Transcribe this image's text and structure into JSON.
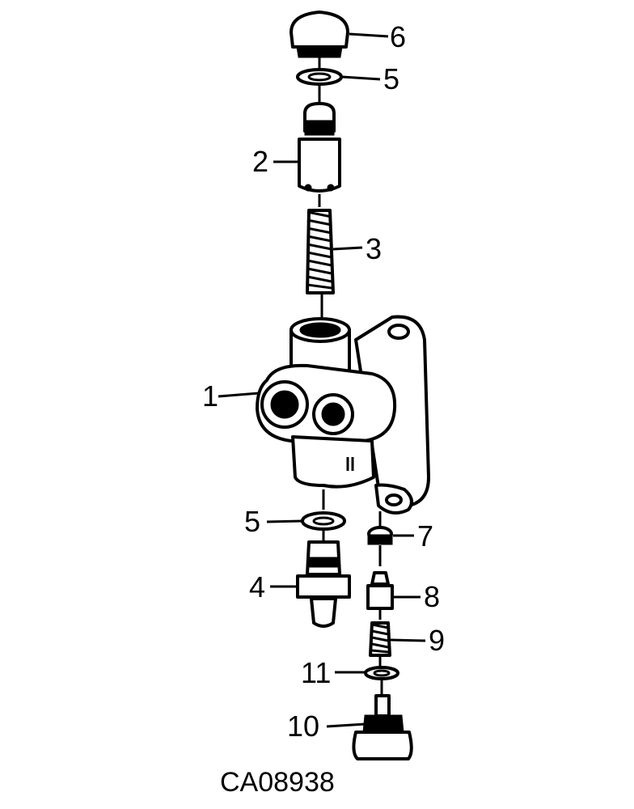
{
  "diagram": {
    "drawing_code": "CA08938",
    "callouts": [
      {
        "id": "callout-1",
        "text": "1"
      },
      {
        "id": "callout-2",
        "text": "2"
      },
      {
        "id": "callout-3",
        "text": "3"
      },
      {
        "id": "callout-4",
        "text": "4"
      },
      {
        "id": "callout-5-top",
        "text": "5"
      },
      {
        "id": "callout-5-bottom",
        "text": "5"
      },
      {
        "id": "callout-6",
        "text": "6"
      },
      {
        "id": "callout-7",
        "text": "7"
      },
      {
        "id": "callout-8",
        "text": "8"
      },
      {
        "id": "callout-9",
        "text": "9"
      },
      {
        "id": "callout-10",
        "text": "10"
      },
      {
        "id": "callout-11",
        "text": "11"
      }
    ]
  }
}
